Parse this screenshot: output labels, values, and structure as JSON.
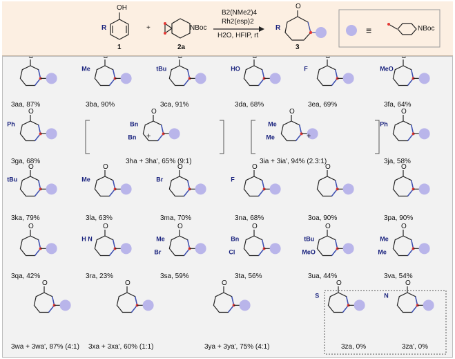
{
  "header": {
    "phenol_r": "R",
    "phenol_oh": "OH",
    "phenol_num": "1",
    "plus": "+",
    "cyclopropene_group": "NBoc",
    "cyclopropene_num": "2a",
    "reagent1": "B2(NMe2)4",
    "reagent2": "Rh2(esp)2",
    "conditions": "H2O, HFIP, rt",
    "product_r": "R",
    "product_o": "O",
    "product_num": "3",
    "legend_equiv": "≡",
    "legend_group": "NBoc"
  },
  "compounds": [
    {
      "label": "3aa, 87%"
    },
    {
      "label": "3ba, 90%",
      "sub": "Me"
    },
    {
      "label": "3ca, 91%",
      "sub": "tBu"
    },
    {
      "label": "3da, 68%",
      "sub": "HO"
    },
    {
      "label": "3ea, 69%",
      "sub": "F"
    },
    {
      "label": "3fa, 64%",
      "sub": "MeO"
    },
    {
      "label": "3ga, 68%",
      "sub": "Ph"
    },
    {
      "label": "3ha + 3ha', 65% (9:1)",
      "sub": "Bn",
      "sub2": "Bn"
    },
    {
      "label": "3ia + 3ia', 94% (2.3:1)",
      "sub": "Me",
      "sub2": "Me"
    },
    {
      "label": "3ja, 58%",
      "sub": "Ph"
    },
    {
      "label": "3ka, 79%",
      "sub": "tBu"
    },
    {
      "label": "3la, 63%",
      "sub": "Me"
    },
    {
      "label": "3ma, 70%",
      "sub": "Br"
    },
    {
      "label": "3na, 68%",
      "sub": "F"
    },
    {
      "label": "3oa, 90%"
    },
    {
      "label": "3pa, 90%"
    },
    {
      "label": "3qa, 42%"
    },
    {
      "label": "3ra, 23%",
      "sub": "H\nN"
    },
    {
      "label": "3sa, 59%",
      "sub": "Me",
      "sub2": "Br"
    },
    {
      "label": "3ta, 56%",
      "sub": "Bn",
      "sub2": "Cl"
    },
    {
      "label": "3ua, 44%",
      "sub": "tBu",
      "sub2": "MeO"
    },
    {
      "label": "3va, 54%",
      "sub": "Me",
      "sub2": "Me"
    },
    {
      "label": "3wa + 3wa', 87% (4:1)"
    },
    {
      "label": "3xa + 3xa', 60% (1:1)"
    },
    {
      "label": "3ya + 3ya', 75% (4:1)"
    },
    {
      "label": "3za, 0%",
      "sub": "S"
    },
    {
      "label": "3za', 0%",
      "sub": "N"
    }
  ],
  "plus_sign": "+",
  "colors": {
    "header_bg": "#fcefe2",
    "panel_bg": "#f2f2f2",
    "ring_blue": "#3f51b5",
    "ring_red": "#e53935",
    "sphere": "#b9b5ea"
  }
}
